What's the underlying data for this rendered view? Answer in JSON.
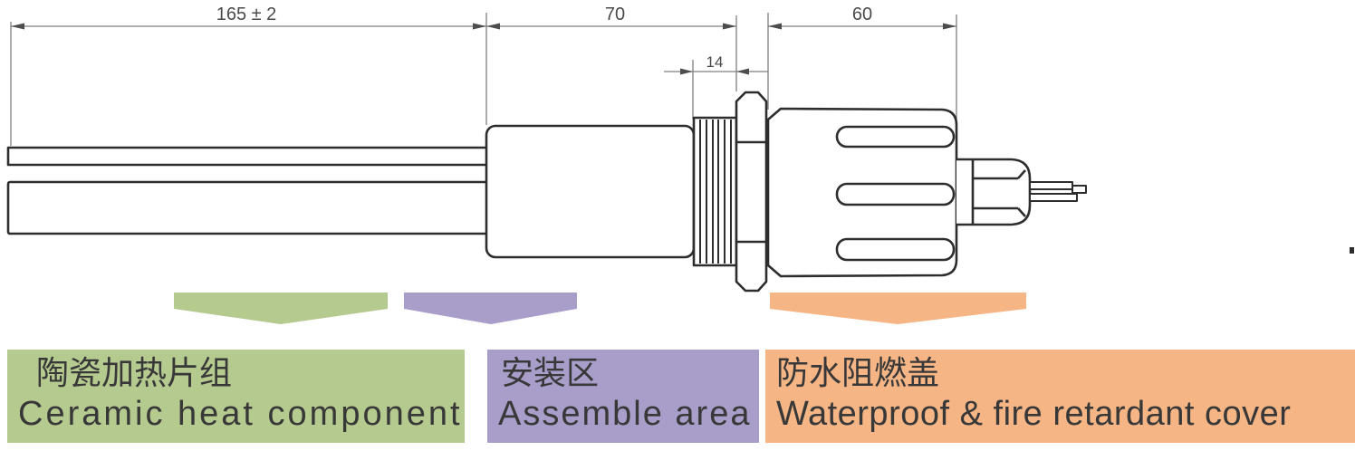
{
  "dimensions": {
    "length_total": "165 ± 2",
    "length_assemble": "70",
    "length_thread": "14",
    "length_cover": "60"
  },
  "zones": {
    "ceramic": {
      "zh": "陶瓷加热片组",
      "en": "Ceramic heat component",
      "color": "#b5ca8e"
    },
    "assemble": {
      "zh": "安装区",
      "en": "Assemble area",
      "color": "#a89ec9"
    },
    "waterproof": {
      "zh": "防水阻燃盖",
      "en": "Waterproof & fire retardant cover",
      "color": "#f5b585"
    }
  },
  "colors": {
    "background": "#ffffff",
    "outline": "#2d2d2d",
    "dimension_lines": "#808080",
    "dimension_text": "#4a4a4a",
    "label_text": "#383838"
  }
}
